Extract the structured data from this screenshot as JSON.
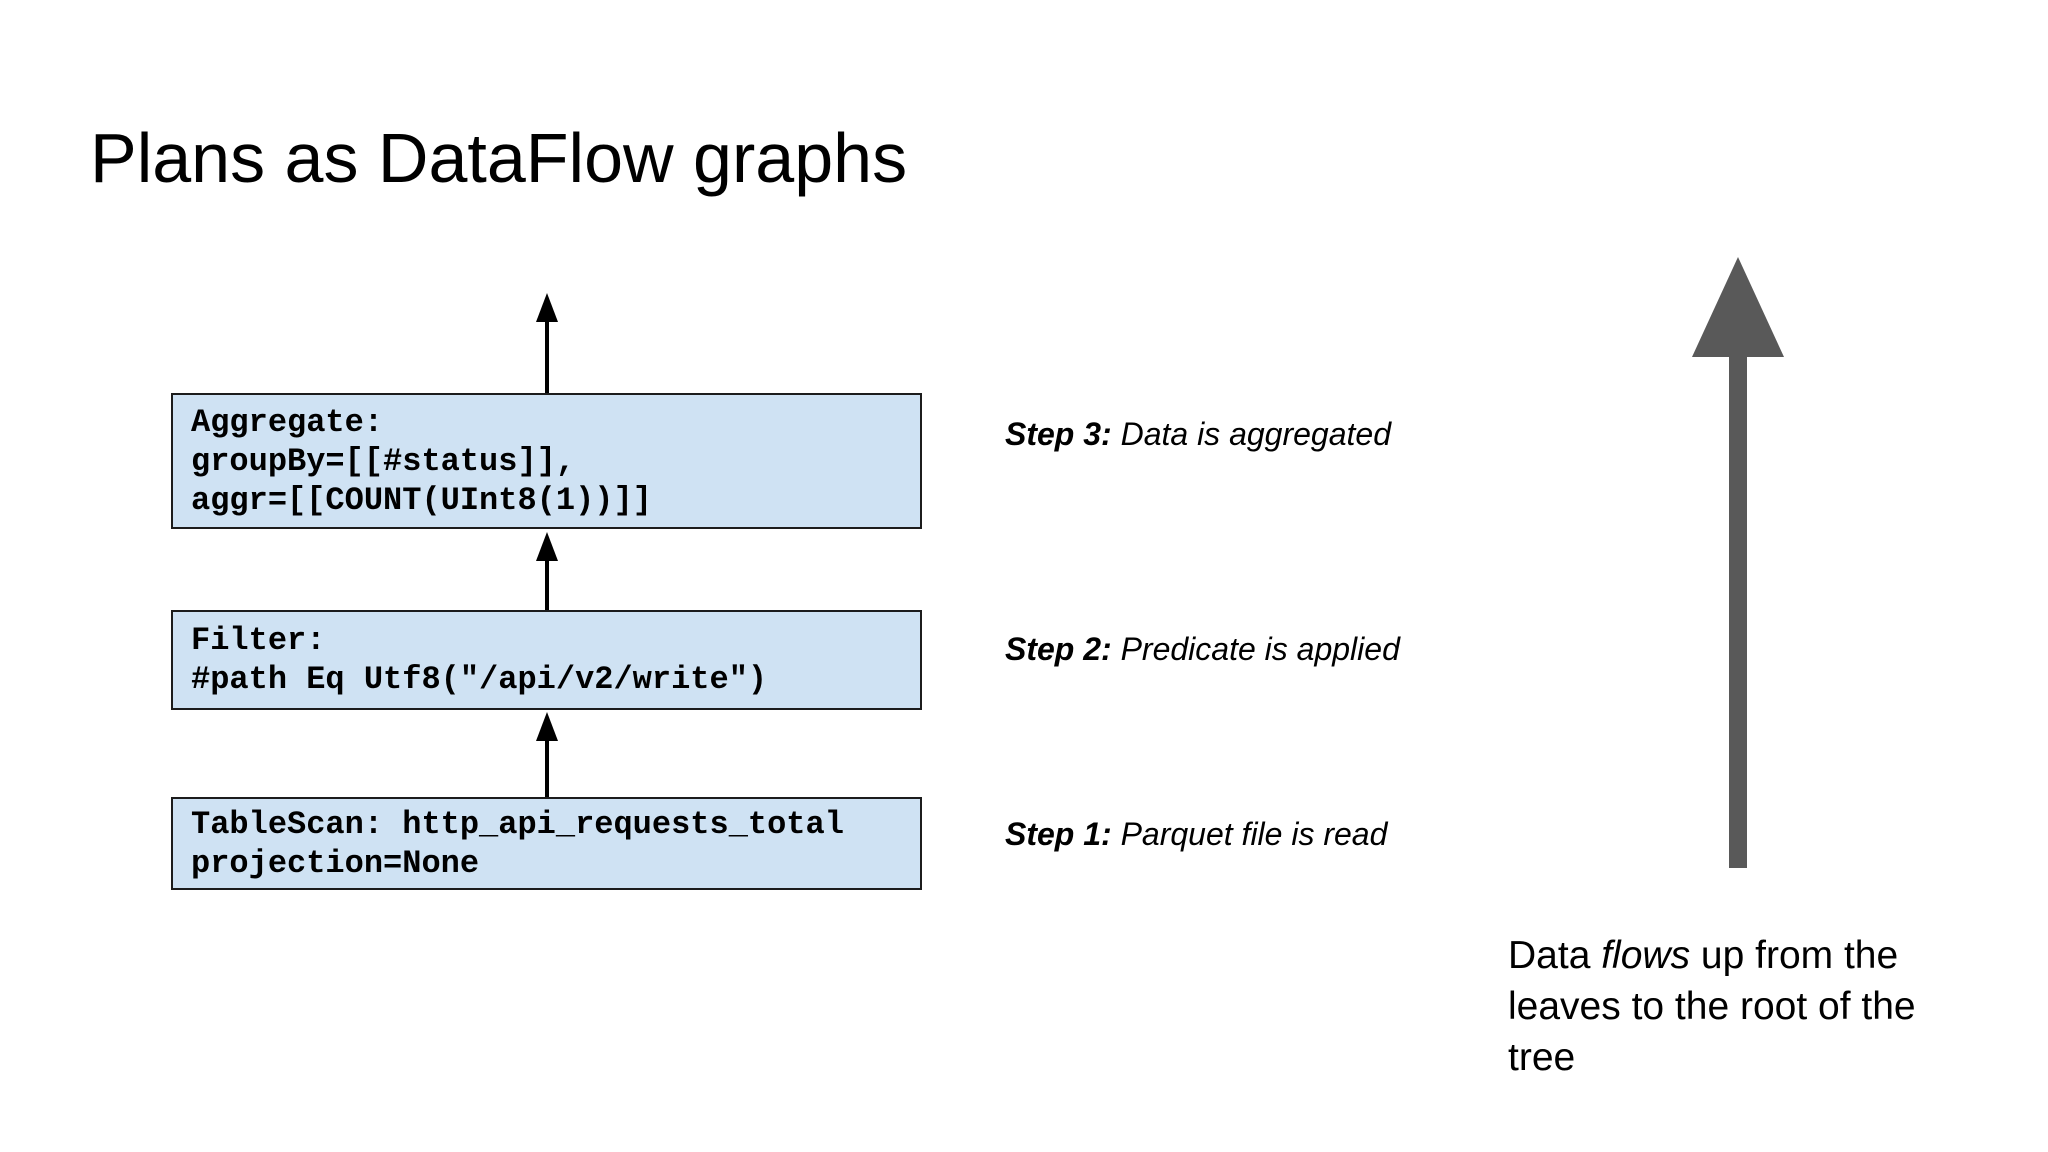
{
  "slide": {
    "title": "Plans as DataFlow graphs"
  },
  "diagram": {
    "nodes": [
      {
        "id": "aggregate",
        "lines": [
          "Aggregate:",
          "groupBy=[[#status]],",
          "aggr=[[COUNT(UInt8(1))]]"
        ]
      },
      {
        "id": "filter",
        "lines": [
          "Filter:",
          "#path Eq Utf8(\"/api/v2/write\")"
        ]
      },
      {
        "id": "tablescan",
        "lines": [
          "TableScan: http_api_requests_total",
          "projection=None"
        ]
      }
    ]
  },
  "steps": [
    {
      "label": "Step 3:",
      "text": "Data is aggregated"
    },
    {
      "label": "Step 2:",
      "text": "Predicate is applied"
    },
    {
      "label": "Step 1:",
      "text": "Parquet file is read"
    }
  ],
  "annotation": {
    "part1": "Data ",
    "emphasis": "flows",
    "part2": " up from the leaves to the root of the tree"
  },
  "colors": {
    "background": "#ffffff",
    "text": "#000000",
    "node_fill": "#cfe2f3",
    "node_border": "#1c1c1c",
    "connector": "#000000",
    "flow_arrow": "#595959"
  }
}
